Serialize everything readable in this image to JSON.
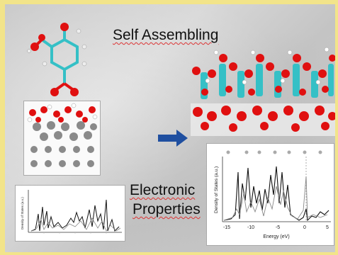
{
  "labels": {
    "self_assembling": "Self Assembling",
    "electronic": "Electronic",
    "properties": "Properties"
  },
  "dos_large": {
    "ylabel": "Density of States (a.u.)",
    "xlabel": "Energy (eV)",
    "ticks": [
      "-15",
      "-10",
      "-5",
      "0",
      "5"
    ]
  },
  "dos_small": {
    "ylabel": "Density of States (a.u.)"
  },
  "colors": {
    "carbon": "#35c0c6",
    "oxygen": "#e01010",
    "hydrogen": "#e8e8e8",
    "slab_atom": "#8a8a8a",
    "arrow": "#1f4fa0",
    "background_border": "#f2e48a"
  }
}
